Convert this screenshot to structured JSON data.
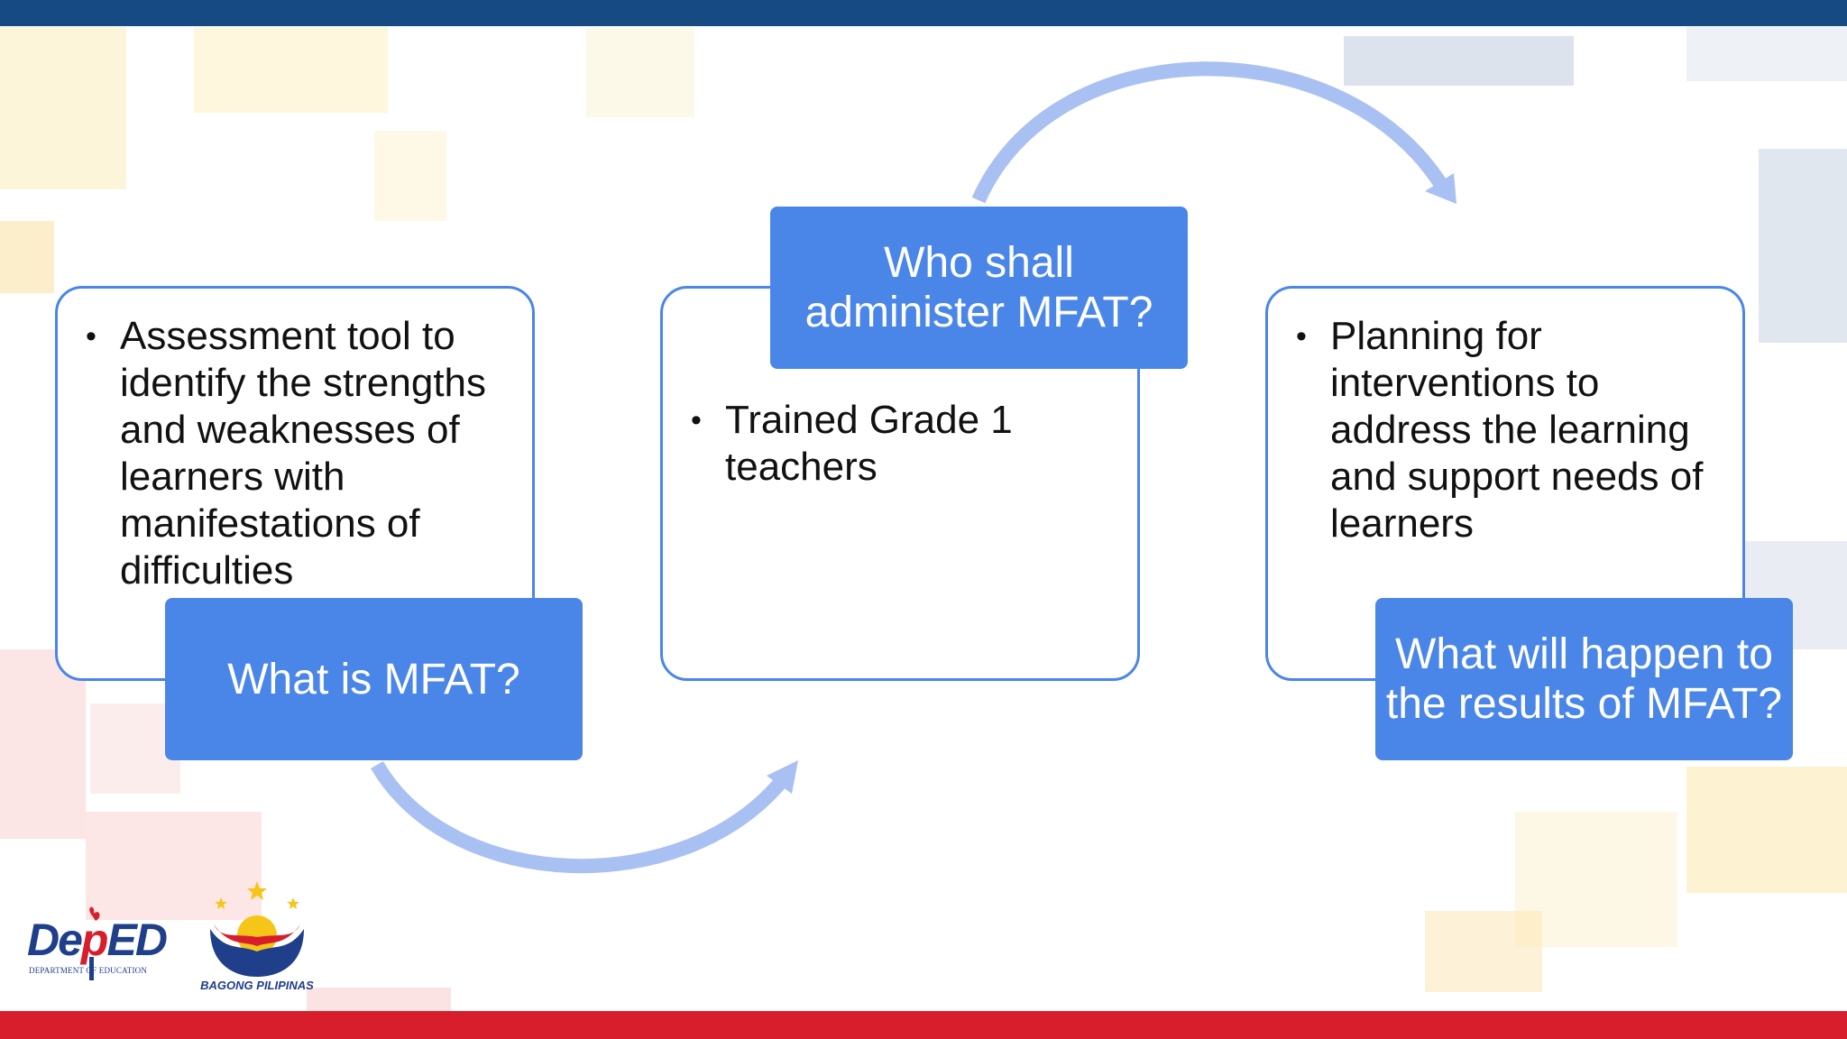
{
  "colors": {
    "top_bar": "#154a82",
    "bottom_bar": "#d81e2c",
    "box_border": "#4a86e8",
    "label_fill": "#4a86e8",
    "arrow": "#a9c0f3"
  },
  "cards": [
    {
      "bullet": "Assessment tool to identify the strengths and weaknesses of learners with manifestations of difficulties",
      "label": "What is MFAT?"
    },
    {
      "bullet": "Trained Grade 1 teachers",
      "label": "Who shall administer MFAT?"
    },
    {
      "bullet": "Planning for interventions to address the learning and support needs of learners",
      "label": "What will happen to the results of MFAT?"
    }
  ],
  "logos": {
    "deped_subtitle": "DEPARTMENT OF EDUCATION",
    "bagong_pilipinas": "BAGONG PILIPINAS"
  }
}
